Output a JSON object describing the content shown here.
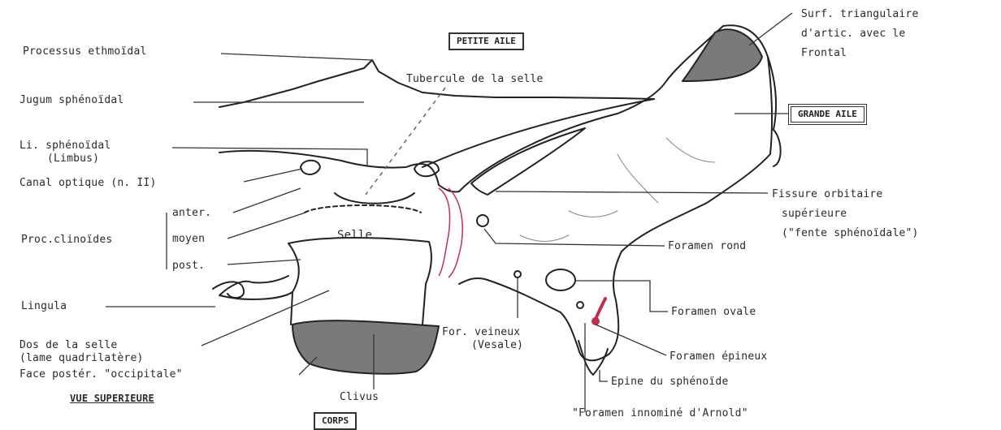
{
  "colors": {
    "line": "#222222",
    "shade": "#7a7a7a",
    "accent_red": "#c0304a",
    "background": "#ffffff"
  },
  "titles": {
    "petite_aile": "PETITE AILE",
    "grande_aile": "GRANDE AILE",
    "corps": "CORPS",
    "view": "VUE SUPERIEURE"
  },
  "labels": {
    "processus_ethmoidal": "Processus ethmoïdal",
    "jugum": "Jugum sphénoïdal",
    "tubercule": "Tubercule de la selle",
    "limbus_1": "Li. sphénoïdal",
    "limbus_2": "(Limbus)",
    "canal_optique": "Canal optique (n. II)",
    "proc_clinoides": "Proc.clinoïdes",
    "anter": "anter.",
    "moyen": "moyen",
    "post": "post.",
    "selle": "Selle",
    "lingula": "Lingula",
    "dos_1": "Dos de la selle",
    "dos_2": "(lame quadrilatère)",
    "face_poster": "Face postér. \"occipitale\"",
    "clivus": "Clivus",
    "surf_1": "Surf. triangulaire",
    "surf_2": "d'artic. avec le",
    "surf_3": "Frontal",
    "fissure_1": "Fissure orbitaire",
    "fissure_2": "supérieure",
    "fissure_3": "(\"fente sphénoïdale\")",
    "foramen_rond": "Foramen rond",
    "foramen_ovale": "Foramen ovale",
    "for_veineux_1": "For. veineux",
    "for_veineux_2": "(Vesale)",
    "foramen_epineux": "Foramen épineux",
    "epine": "Epine du sphénoïde",
    "innomine": "\"Foramen innominé d'Arnold\""
  }
}
